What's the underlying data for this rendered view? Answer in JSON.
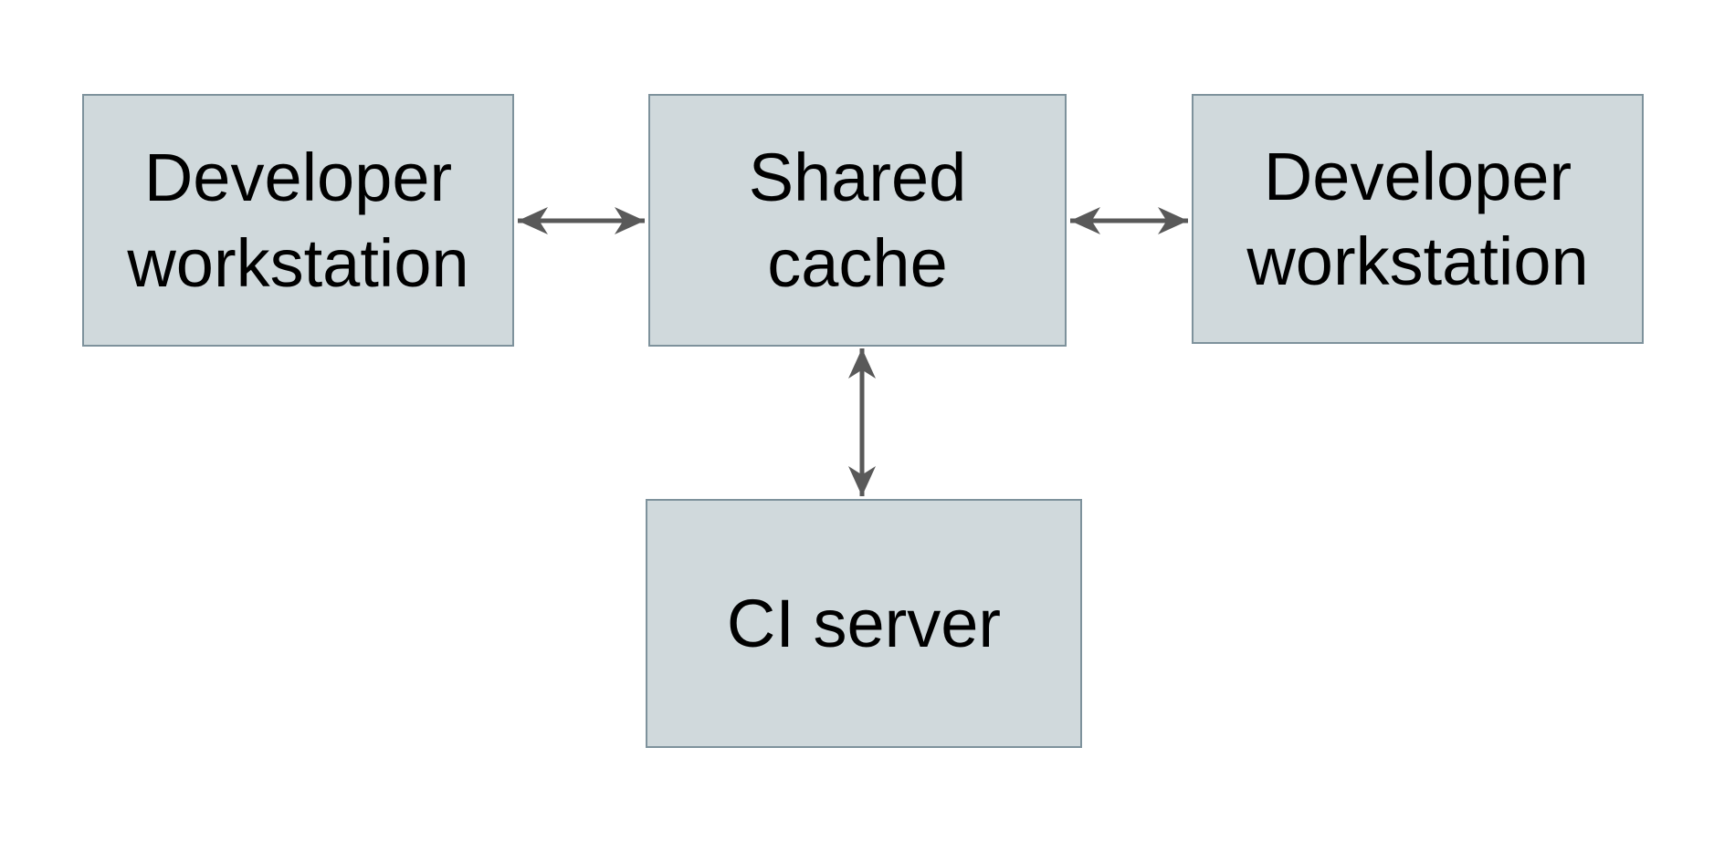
{
  "diagram": {
    "nodes": [
      {
        "id": "developer-workstation-left",
        "label": "Developer workstation",
        "line1": "Developer",
        "line2": "workstation"
      },
      {
        "id": "shared-cache",
        "label": "Shared cache",
        "line1": "Shared",
        "line2": "cache"
      },
      {
        "id": "developer-workstation-right",
        "label": "Developer workstation",
        "line1": "Developer",
        "line2": "workstation"
      },
      {
        "id": "ci-server",
        "label": "CI server",
        "line1": "CI server"
      }
    ],
    "edges": [
      {
        "from": "developer-workstation-left",
        "to": "shared-cache",
        "direction": "bidirectional",
        "orientation": "horizontal"
      },
      {
        "from": "shared-cache",
        "to": "developer-workstation-right",
        "direction": "bidirectional",
        "orientation": "horizontal"
      },
      {
        "from": "shared-cache",
        "to": "ci-server",
        "direction": "bidirectional",
        "orientation": "vertical"
      }
    ],
    "colors": {
      "background": "#ffffff",
      "node_fill": "#d0d9dc",
      "node_border": "#7e929c",
      "arrow": "#595959",
      "text": "#000000"
    }
  }
}
